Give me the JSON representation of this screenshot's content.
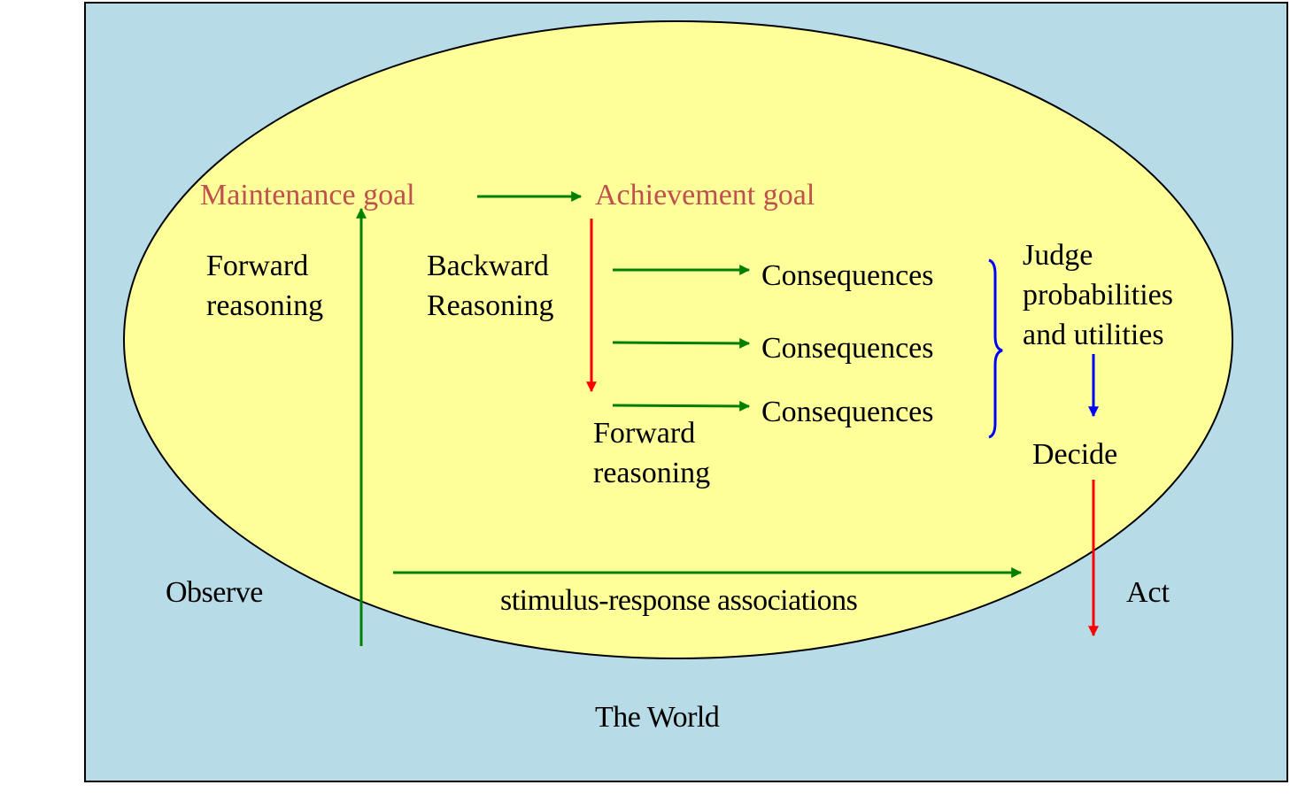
{
  "colors": {
    "world_background": "#b7dce8",
    "mind_ellipse": "#ffff99",
    "goal_text": "#c0504d",
    "forward_arrow": "#008000",
    "backward_arrow": "#ff0000",
    "decision_arrow": "#0000ff",
    "act_arrow": "#ff0000",
    "outline": "#000000"
  },
  "labels": {
    "maintenance_goal": "Maintenance goal",
    "achievement_goal": "Achievement goal",
    "forward_reasoning_left": [
      "Forward",
      "reasoning"
    ],
    "backward_reasoning": [
      "Backward",
      "Reasoning"
    ],
    "forward_reasoning_mid": [
      "Forward",
      "reasoning"
    ],
    "consequences": [
      "Consequences",
      "Consequences",
      "Consequences"
    ],
    "judge": [
      "Judge",
      "probabilities",
      "and utilities"
    ],
    "decide": "Decide",
    "observe": "Observe",
    "act": "Act",
    "stimulus_response": "stimulus-response associations",
    "world": "The World"
  }
}
